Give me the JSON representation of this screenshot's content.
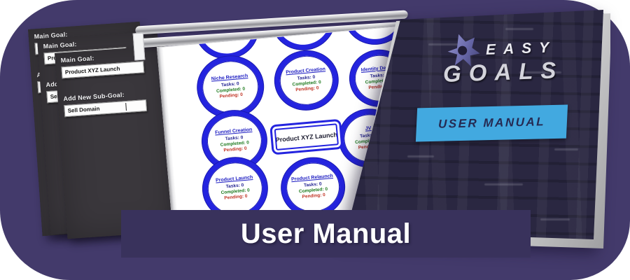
{
  "colors": {
    "purple_bg": "#433a6b",
    "banner_purple": "#39325c",
    "panel_gray": "#3a373c",
    "cover_navy": "#2a2741",
    "ribbon_blue": "#42a9e0",
    "circle_blue": "#2424df",
    "title_blue": "#1d1dc2",
    "tasks_navy": "#1b1b8e",
    "completed_green": "#1e7a1e",
    "pending_red": "#c03222"
  },
  "goal_form": {
    "main_goal_label": "Main Goal:",
    "main_goal_value": "Product XYZ Launch",
    "sub_goal_label": "Add New Sub-Goal:",
    "sub_goal_value": "Sell Domain"
  },
  "goal_map": {
    "center_goal": "Product XYZ Launch",
    "stats_lines": {
      "tasks": "Tasks: 0",
      "completed": "Completed: 0",
      "pending": "Pending: 0"
    },
    "circles": [
      {
        "title": "Niche Research"
      },
      {
        "title": "Product Creation"
      },
      {
        "title": "Identity Design"
      },
      {
        "title": "Funnel Creation"
      },
      {
        "title": "JV"
      },
      {
        "title": "Product Launch"
      },
      {
        "title": "Product Relaunch"
      }
    ]
  },
  "book_cover": {
    "title_word1": "EASY",
    "title_word2": "GOALS",
    "ribbon_label": "USER MANUAL",
    "star_icon": "star-logo-icon"
  },
  "bottom_banner": {
    "label": "User Manual"
  }
}
